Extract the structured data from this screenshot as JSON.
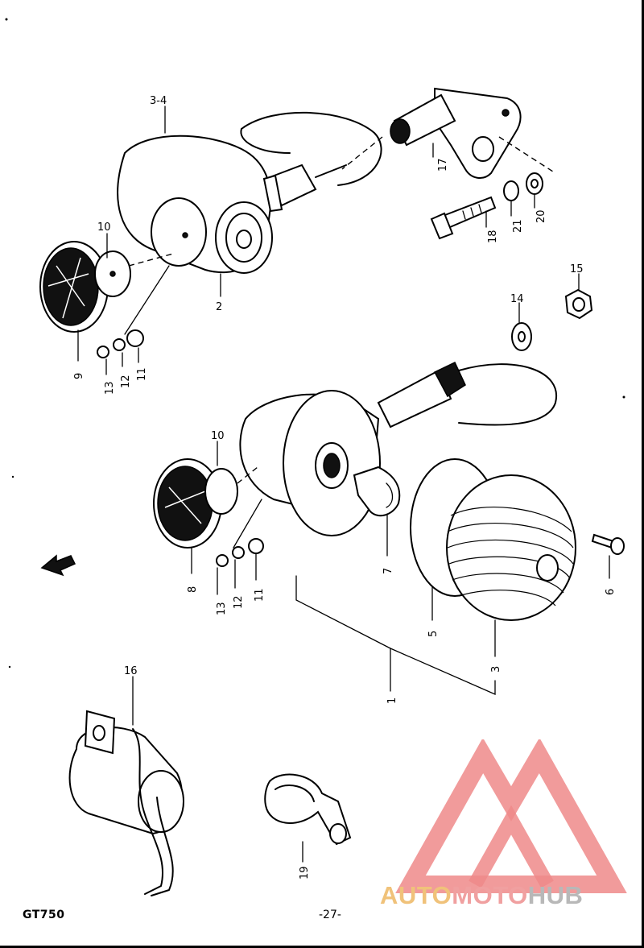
{
  "page": {
    "model_code": "GT750",
    "page_number": "-27-"
  },
  "callouts": [
    "1",
    "2",
    "3",
    "3-4",
    "5",
    "6",
    "7",
    "8",
    "9",
    "10",
    "10",
    "11",
    "11",
    "12",
    "12",
    "13",
    "13",
    "14",
    "15",
    "16",
    "17",
    "18",
    "19",
    "20",
    "21"
  ],
  "watermark": {
    "text_part1": "AUTO",
    "text_part2": "MOTO",
    "text_part3": "HUB",
    "colors": {
      "orange": "#f0c27a",
      "pink": "#f0a0a0",
      "gray": "#b8b8b8",
      "logo_red": "#ef8a8a"
    }
  }
}
